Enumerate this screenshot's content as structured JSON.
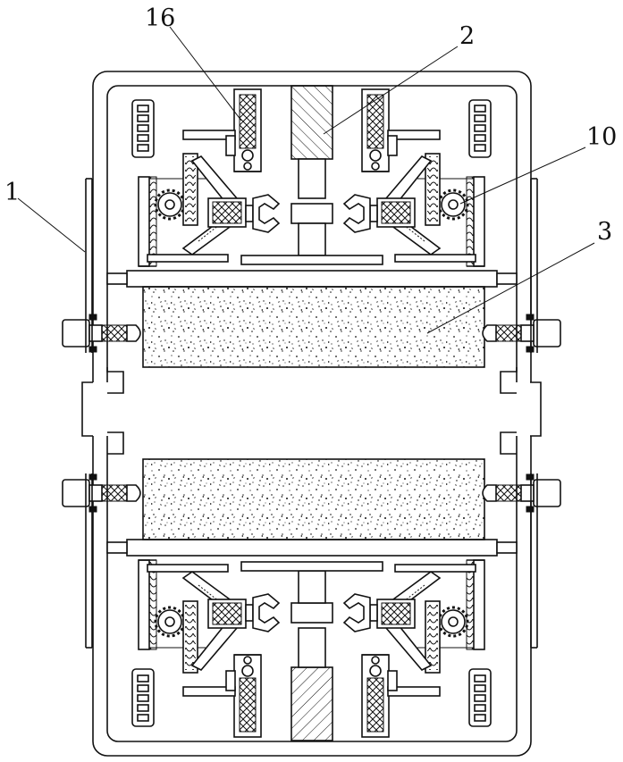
{
  "labels": {
    "l16": "16",
    "l2": "2",
    "l10": "10",
    "l1": "1",
    "l3": "3"
  }
}
